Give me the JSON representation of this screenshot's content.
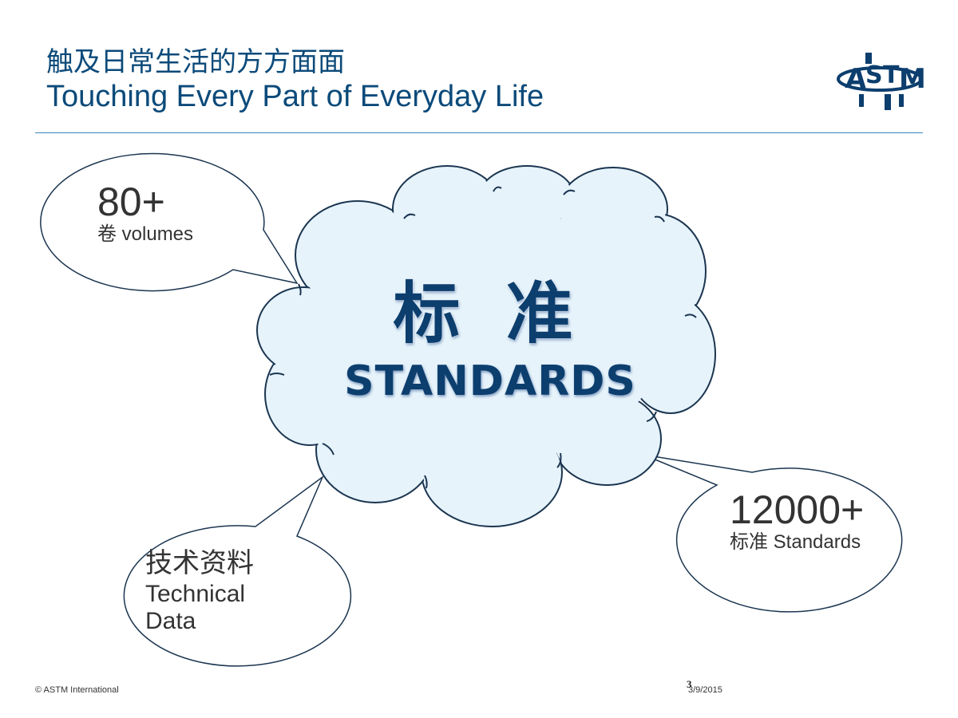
{
  "header": {
    "title_zh": "触及日常生活的方方面面",
    "title_en": "Touching Every Part of Everyday Life"
  },
  "logo": {
    "text": "ASTM",
    "icon": "astm-logo-icon"
  },
  "center": {
    "title_zh": "标 准",
    "title_en": "STANDARDS"
  },
  "bubbles": {
    "volumes": {
      "number": "80+",
      "label": "卷 volumes"
    },
    "standards": {
      "number": "12000+",
      "label": "标准 Standards"
    },
    "technical": {
      "label_zh": "技术资料",
      "label_en_1": "Technical",
      "label_en_2": "Data"
    }
  },
  "footer": {
    "copyright": "© ASTM International",
    "page_number": "3",
    "date": "3/9/2015"
  },
  "colors": {
    "title": "#0b4a7a",
    "divider": "#3a86b8",
    "cloud_fill": "#e6f3fb",
    "outline": "#1b3550",
    "center_text": "#0c3e6e"
  }
}
